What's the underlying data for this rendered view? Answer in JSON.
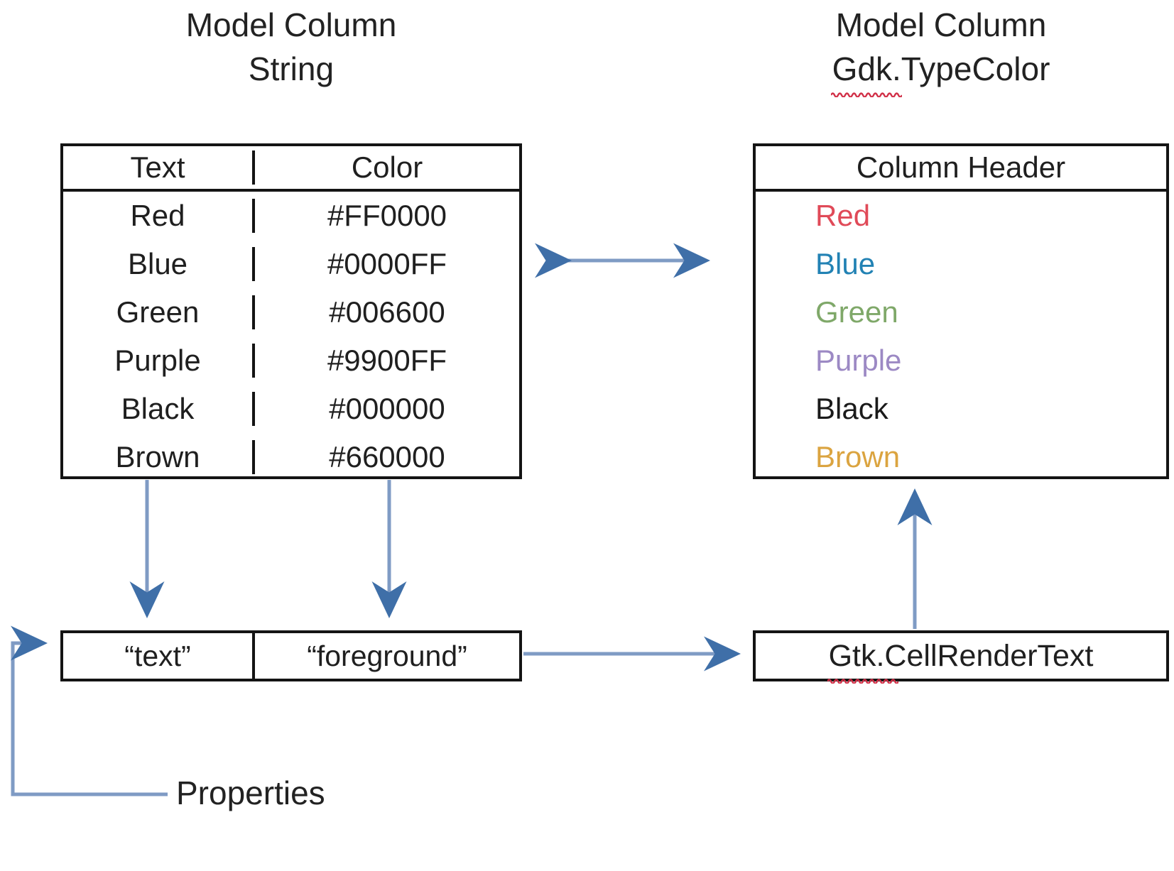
{
  "diagram": {
    "title_left": {
      "line1": "Model Column",
      "line2": "String",
      "misspelled": false
    },
    "title_right": {
      "line1": "Model Column",
      "line2": "Gdk.TypeColor",
      "misspelled": true
    },
    "model_table": {
      "headers": [
        "Text",
        "Color"
      ],
      "rows": [
        {
          "text": "Red",
          "color": "#FF0000"
        },
        {
          "text": "Blue",
          "color": "#0000FF"
        },
        {
          "text": "Green",
          "color": "#006600"
        },
        {
          "text": "Purple",
          "color": "#9900FF"
        },
        {
          "text": "Black",
          "color": "#000000"
        },
        {
          "text": "Brown",
          "color": "#660000"
        }
      ]
    },
    "view_table": {
      "header": "Column Header",
      "rows": [
        {
          "label": "Red",
          "render_color": "#E04A58"
        },
        {
          "label": "Blue",
          "render_color": "#2282B4"
        },
        {
          "label": "Green",
          "render_color": "#7FA869"
        },
        {
          "label": "Purple",
          "render_color": "#9C89C4"
        },
        {
          "label": "Black",
          "render_color": "#1A1A1A"
        },
        {
          "label": "Brown",
          "render_color": "#DBA440"
        }
      ]
    },
    "properties_box": {
      "cells": [
        "“text”",
        "“foreground”"
      ]
    },
    "renderer_box": {
      "label": "Gtk.CellRenderText",
      "misspelled": true
    },
    "properties_caption": "Properties",
    "palette": {
      "arrow": "#3F6FA8",
      "arrow_line": "#7F9BC4",
      "border": "#141414",
      "text": "#1F1F1F",
      "spellcheck": "#D12F47"
    }
  }
}
